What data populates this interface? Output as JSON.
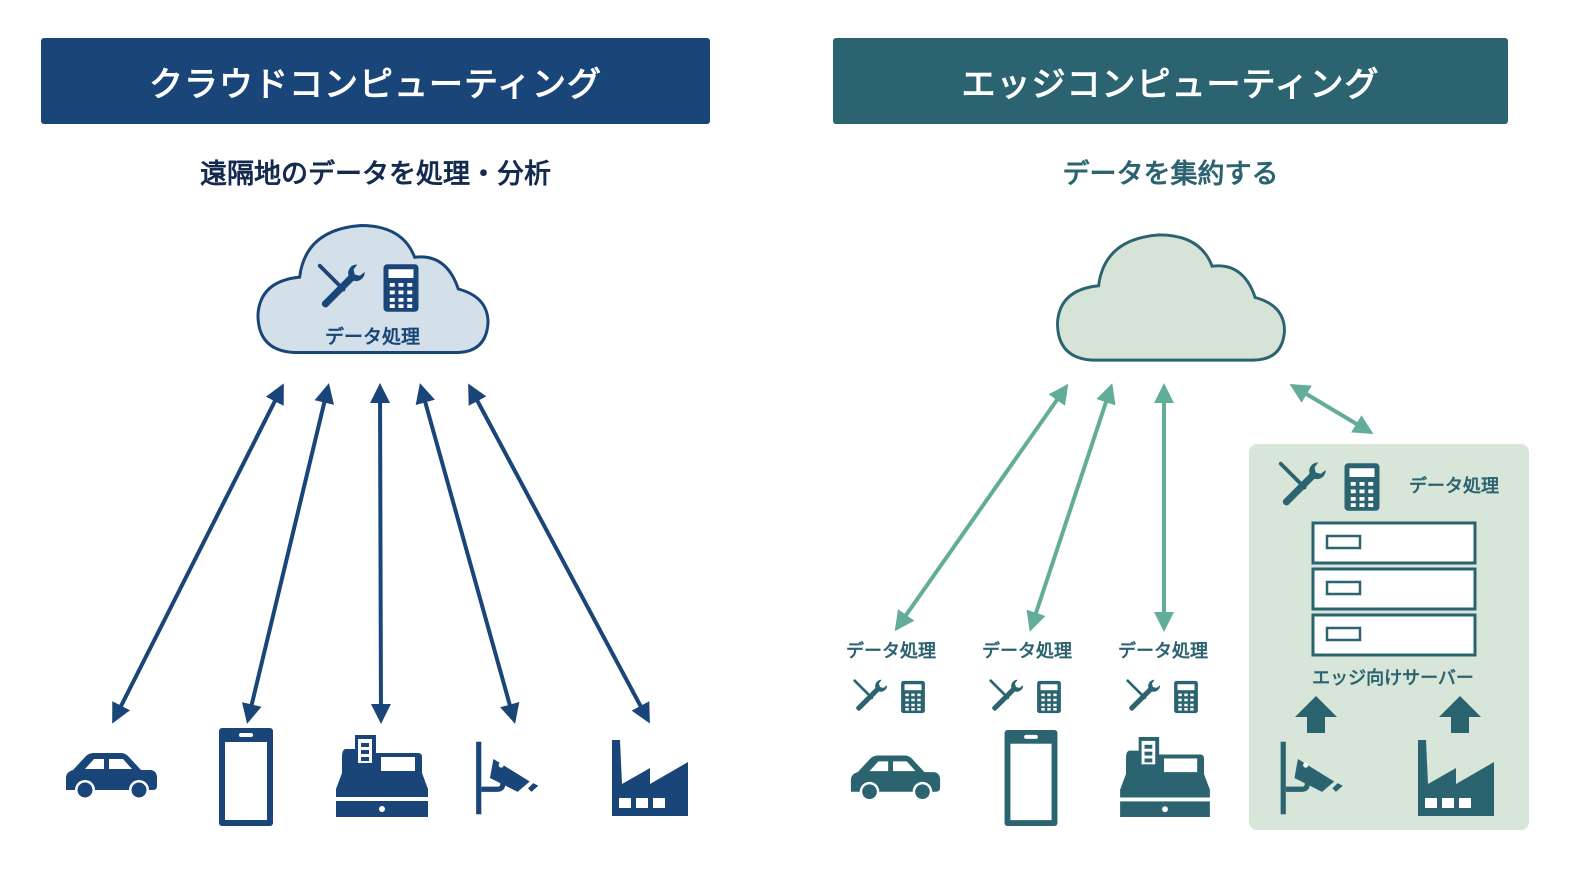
{
  "colors": {
    "cloud_navy": "#1a4578",
    "edge_teal": "#2b6470",
    "edge_arrow": "#63ad98",
    "cloud_fill_left": "#d3e0ea",
    "cloud_fill_right": "#d6e4d8",
    "edge_panel": "#d8e5d9"
  },
  "left": {
    "banner": "クラウドコンピューティング",
    "subtitle": "遠隔地のデータを処理・分析",
    "cloud_label": "データ処理",
    "cloud_icons": [
      "tools-icon",
      "calculator-icon"
    ],
    "devices": [
      "car-icon",
      "smartphone-icon",
      "cash-register-icon",
      "security-camera-icon",
      "factory-icon"
    ]
  },
  "right": {
    "banner": "エッジコンピューティング",
    "subtitle": "データを集約する",
    "device_label": "データ処理",
    "devices": [
      "car-icon",
      "smartphone-icon",
      "cash-register-icon"
    ],
    "edge_panel": {
      "processing_label": "データ処理",
      "server_label": "エッジ向けサーバー",
      "devices": [
        "security-camera-icon",
        "factory-icon"
      ]
    }
  }
}
